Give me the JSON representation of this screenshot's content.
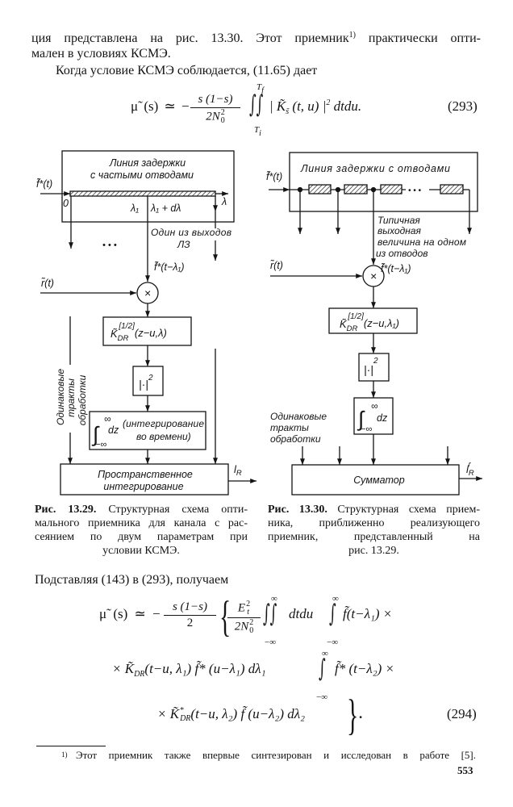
{
  "body": {
    "line1_before_mark": "ция представлена на рис. 13.30. Этот приемник",
    "footnote_mark": "1)",
    "line1_after_mark": " практически опти-",
    "line2": "мален в условиях КСМЭ.",
    "line3": "Когда условие КСМЭ соблюдается, (11.65) дает",
    "substitution_line": "Подставляя (143) в (293), получаем"
  },
  "eq293": {
    "lhs": "μ̃ (s) ≃ −",
    "frac_num": "s (1−s)",
    "frac_den": "2N",
    "frac_den_sub": "0",
    "frac_den_sup": "2",
    "integral": "∫∫",
    "upper": "T",
    "upper_sub": "f",
    "lower": "T",
    "lower_sub": "i",
    "bar_open": "| K̃",
    "k_sub": "s̃",
    "args": " (t,  u) |",
    "power": "2",
    "tail": " dtdu.",
    "number": "(293)"
  },
  "fig_13_29": {
    "delay_line_title": [
      "Линия задержки",
      "с частыми отводами"
    ],
    "input_label": "f̃*(t)",
    "origin_label": "0",
    "tap_label": "λ₁",
    "tap_next_label": "λ₁ + dλ",
    "axis_label": "λ",
    "ellipsis": "• • •",
    "tap_output_note": [
      "Один из выходов",
      "ЛЗ"
    ],
    "tap_signal": "f̃*(t−λ₁)",
    "received_signal": "r̃(t)",
    "multiplier": "×",
    "filter": {
      "base": "K̃",
      "sub": "DR",
      "sup": "[1/2]",
      "args": "(z−u,λ)"
    },
    "square_law": {
      "base": "|·|",
      "sup": "2"
    },
    "time_integrator": {
      "symbol": "∫",
      "upper": "∞",
      "lower": "−∞",
      "var": "dz",
      "note": [
        "(интегрирование",
        "во времени)"
      ]
    },
    "identical_paths": [
      "Одинаковые",
      "тракты",
      "обработки"
    ],
    "spatial_integrator": [
      "Пространственное",
      "интегрирование"
    ],
    "output": {
      "base": "l",
      "sub": "R"
    }
  },
  "fig_13_30": {
    "delay_line_title": "Линия задержки с отводами",
    "input_label": "f̃*(t)",
    "ellipsis": "• • •",
    "tap_note": [
      "Типичная",
      "выходная",
      "величина на одном",
      "из отводов"
    ],
    "tap_signal": "f̃*(t−λ₁)",
    "received_signal": "r̃(t)",
    "multiplier": "×",
    "filter": {
      "base": "K̃",
      "sub": "DR",
      "sup": "[1/2]",
      "args": "(z−u,λ₁)"
    },
    "square_law": {
      "base": "|·|",
      "sup": "2"
    },
    "time_integrator": {
      "symbol": "∫",
      "upper": "∞",
      "lower": "−∞",
      "var": "dz"
    },
    "identical_paths": [
      "Одинаковые",
      "тракты",
      "обработки"
    ],
    "summator": "Сумматор",
    "output": {
      "base": "l",
      "sub": "R",
      "sup": "r"
    }
  },
  "captions": {
    "fig_13_29": {
      "label": "Рис. 13.29.",
      "lines": [
        " Структурная схема опти-",
        "мального приемника для канала с рас-",
        "сеянием по двум параметрам при",
        "условии КСМЭ."
      ]
    },
    "fig_13_30": {
      "label": "Рис. 13.30.",
      "lines": [
        " Структурная схема прием-",
        "ника, приближенно реализующего",
        "приемник, представленный на",
        "рис. 13.29."
      ]
    }
  },
  "eq294": {
    "line1": {
      "lhs": "μ̃ (s) ≃ −",
      "frac1_num": "s (1−s)",
      "frac1_den": "2",
      "brace_open": "{",
      "frac2_num": "E",
      "frac2_num_sub": "t",
      "frac2_num_sup": "2",
      "frac2_den": "2N",
      "frac2_den_sub": "0",
      "frac2_den_sup": "2",
      "double_integral": "∫∫",
      "di_upper": "∞",
      "di_lower": "−∞",
      "dtdu": "dtdu",
      "integral": "∫",
      "int_upper": "∞",
      "int_lower": "−∞",
      "term": "f̃(t−λ₁) ×"
    },
    "line2": {
      "lead": "× K̃",
      "k_sub": "DR",
      "args": "(t−u,  λ₁) f̃* (u−λ₁) dλ₁",
      "integral": "∫",
      "int_upper": "∞",
      "int_lower": "−∞",
      "term": "f̃* (t−λ₂) ×"
    },
    "line3": {
      "lead": "× K̃",
      "k_sup": "*",
      "k_sub": "DR",
      "args": "(t−u,  λ₂) f̃ (u−λ₂) dλ₂",
      "brace_close": "}",
      "period": ".",
      "number": "(294)"
    }
  },
  "footnote": {
    "mark": "1)",
    "text": "Этот приемник также впервые синтезирован и исследован в работе [5]."
  },
  "page_number": "553"
}
